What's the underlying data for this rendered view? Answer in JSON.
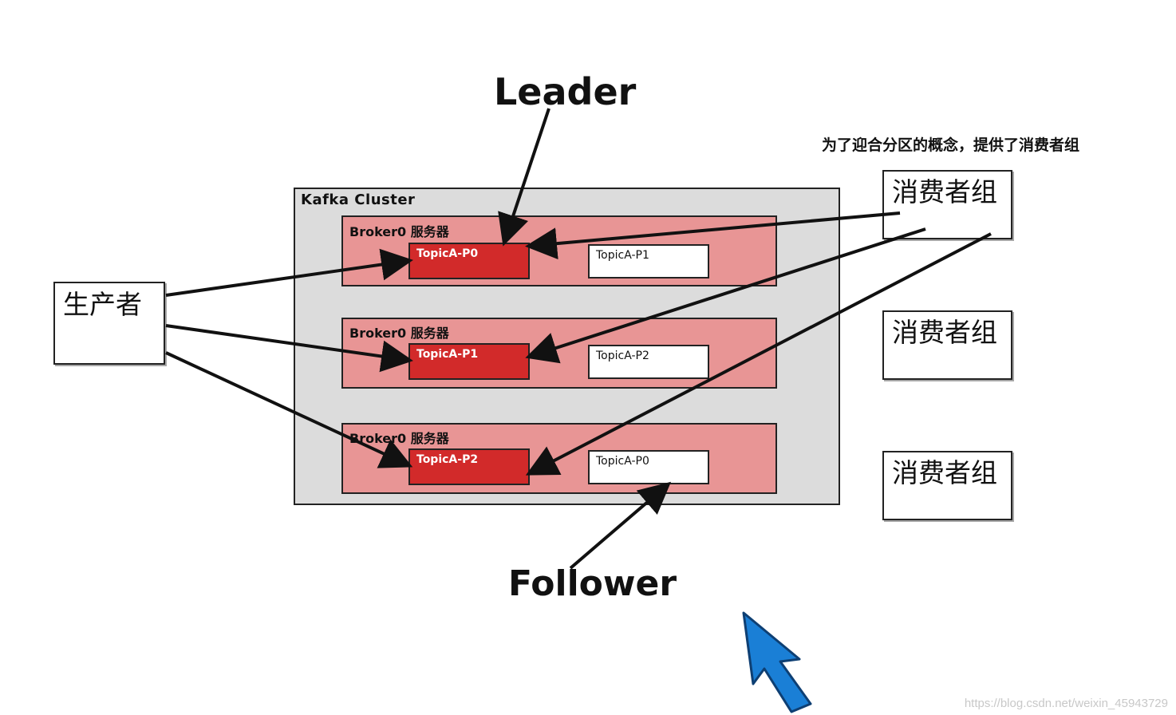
{
  "diagram": {
    "cluster_label": "Kafka Cluster",
    "producer_label": "生产者",
    "leader_label": "Leader",
    "follower_label": "Follower",
    "note": "为了迎合分区的概念，提供了消费者组",
    "brokers": [
      {
        "label": "Broker0 服务器",
        "leader_partition": "TopicA-P0",
        "follower_partition": "TopicA-P1"
      },
      {
        "label": "Broker0 服务器",
        "leader_partition": "TopicA-P1",
        "follower_partition": "TopicA-P2"
      },
      {
        "label": "Broker0 服务器",
        "leader_partition": "TopicA-P2",
        "follower_partition": "TopicA-P0"
      }
    ],
    "consumer_groups": [
      "消费者组",
      "消费者组",
      "消费者组"
    ]
  },
  "colors": {
    "cluster_bg": "#dcdcdc",
    "broker_bg": "#e89595",
    "leader_bg": "#d22a2a",
    "follower_bg": "#ffffff",
    "cursor": "#1a7fd6"
  },
  "icons": {
    "cursor": "mouse-pointer-icon"
  },
  "watermark": "https://blog.csdn.net/weixin_45943729"
}
